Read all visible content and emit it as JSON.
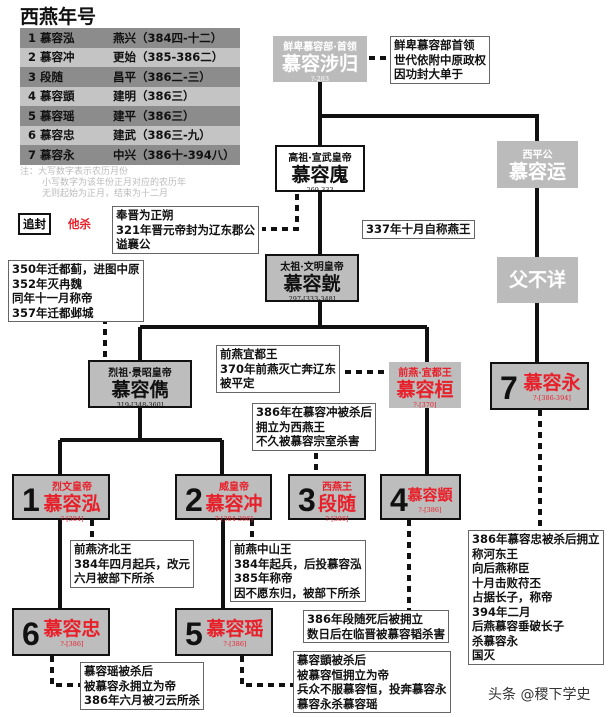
{
  "title": "西燕年号",
  "reign_table": [
    {
      "ruler": "1 慕容泓",
      "era": "燕兴（384四-十二）"
    },
    {
      "ruler": "2 慕容冲",
      "era": "更始（385-386二）"
    },
    {
      "ruler": "3 段随",
      "era": "昌平（386二-三）"
    },
    {
      "ruler": "4 慕容顗",
      "era": "建明（386三）"
    },
    {
      "ruler": "5 慕容瑶",
      "era": "建平（386三）"
    },
    {
      "ruler": "6 慕容忠",
      "era": "建武（386三-九）"
    },
    {
      "ruler": "7 慕容永",
      "era": "中兴（386十-394八）"
    }
  ],
  "notes": [
    "注：大写数字表示农历月份",
    "小写数字为该年份正月对应的农历年",
    "无则起始为正月，结束为十二月"
  ],
  "legend": {
    "posthumous": "追封",
    "killed": "他杀"
  },
  "persons": {
    "shegui": {
      "title": "鲜卑慕容部·首领",
      "name": "慕容涉归",
      "dates": "?-283"
    },
    "hui": {
      "title": "高祖·宣武皇帝",
      "name": "慕容廆",
      "dates": "269-333"
    },
    "yun": {
      "title": "西平公",
      "name": "慕容运"
    },
    "huang": {
      "title": "太祖·文明皇帝",
      "name": "慕容皝",
      "dates": "297-[333-348]"
    },
    "unknown": {
      "name": "父不详"
    },
    "jun": {
      "title": "烈祖·景昭皇帝",
      "name": "慕容儁",
      "dates": "319-[348-360]"
    },
    "huan": {
      "title": "前燕·宜都王",
      "name": "慕容桓",
      "dates": "?-[370]"
    },
    "yong": {
      "num": "7",
      "name": "慕容永",
      "dates": "?-[386-394]"
    },
    "hong": {
      "num": "1",
      "title": "烈文皇帝",
      "name": "慕容泓",
      "dates": "?-[384]"
    },
    "chong": {
      "num": "2",
      "title": "威皇帝",
      "name": "慕容冲",
      "dates": "?-[384-386]"
    },
    "duansui": {
      "num": "3",
      "title": "西燕王",
      "name": "段随",
      "dates": "?-[386]"
    },
    "yi": {
      "num": "4",
      "name": "慕容顗",
      "dates": "?-[386]"
    },
    "zhong": {
      "num": "6",
      "name": "慕容忠",
      "dates": "?-[386]"
    },
    "yao": {
      "num": "5",
      "name": "慕容瑶",
      "dates": "?-[386]"
    }
  },
  "annotations": {
    "shegui": [
      "鲜卑慕容部首领",
      "世代依附中原政权",
      "因功封大单于"
    ],
    "hui": [
      "奉晋为正朔",
      "321年晋元帝封为辽东郡公",
      "谥襄公"
    ],
    "huang": "337年十月自称燕王",
    "jun": [
      "350年迁都蓟，进图中原",
      "352年灭冉魏",
      "同年十一月称帝",
      "357年迁都邺城"
    ],
    "huan": [
      "前燕宜都王",
      "370年前燕灭亡奔辽东",
      "被平定"
    ],
    "duansui": [
      "386年在慕容冲被杀后",
      "拥立为西燕王",
      "不久被慕容宗室杀害"
    ],
    "hong": [
      "前燕济北王",
      "384年四月起兵，改元",
      "六月被部下所杀"
    ],
    "chong": [
      "前燕中山王",
      "384年起兵，后投慕容泓",
      "385年称帝",
      "因不愿东归，被部下所杀"
    ],
    "yi": [
      "386年段随死后被拥立",
      "数日后在临晋被慕容韬杀害"
    ],
    "zhong": [
      "慕容瑶被杀后",
      "被慕容永拥立为帝",
      "386年六月被刁云所杀"
    ],
    "yao": [
      "慕容顗被杀后",
      "被慕容恒拥立为帝",
      "兵众不服慕容恒，投奔慕容永",
      "慕容永杀慕容瑶"
    ],
    "yong": [
      "386年慕容忠被杀后拥立",
      "称河东王",
      "向后燕称臣",
      "十月击败苻丕",
      "占据长子，称帝",
      "394年二月",
      "后燕慕容垂破长子",
      "杀慕容永",
      "国灭"
    ]
  },
  "watermark": "头条 @稷下学史"
}
